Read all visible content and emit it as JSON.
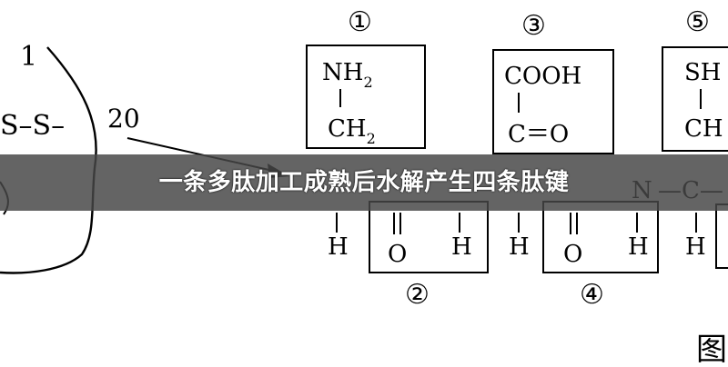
{
  "diagram": {
    "chain": {
      "label_start": "1",
      "label_end": "20",
      "bond_left": "S–S–"
    },
    "markers": [
      {
        "id": "m1",
        "text": "①"
      },
      {
        "id": "m2",
        "text": "②"
      },
      {
        "id": "m3",
        "text": "③"
      },
      {
        "id": "m4",
        "text": "④"
      },
      {
        "id": "m5",
        "text": "⑤"
      }
    ],
    "box1": {
      "top": "NH",
      "top_sub": "2",
      "mid": "CH",
      "mid_sub": "2"
    },
    "box3": {
      "top": "COOH",
      "mid": "C＝O"
    },
    "box5": {
      "top": "SH",
      "mid": "CH"
    },
    "backbone": {
      "dash_c": "C",
      "n": "N",
      "h": "H",
      "o": "O",
      "bond": "—"
    },
    "figure_label": "图"
  },
  "caption": "一条多肽加工成熟后水解产生四条肽键"
}
